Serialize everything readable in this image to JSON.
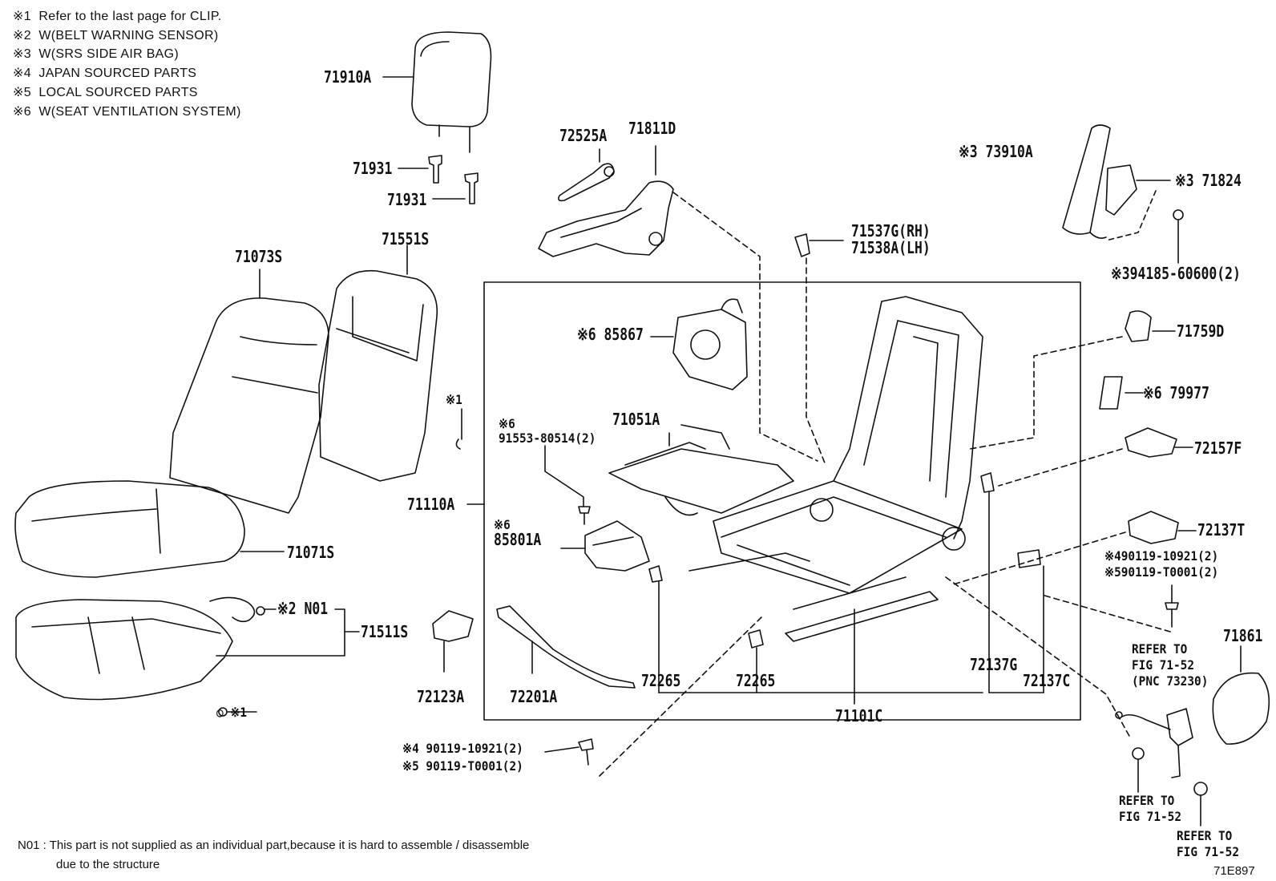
{
  "notes": [
    {
      "mark": "※1",
      "text": "Refer to the last page for CLIP."
    },
    {
      "mark": "※2",
      "text": "W(BELT WARNING SENSOR)"
    },
    {
      "mark": "※3",
      "text": "W(SRS SIDE AIR BAG)"
    },
    {
      "mark": "※4",
      "text": "JAPAN SOURCED PARTS"
    },
    {
      "mark": "※5",
      "text": "LOCAL SOURCED PARTS"
    },
    {
      "mark": "※6",
      "text": "W(SEAT VENTILATION SYSTEM)"
    }
  ],
  "labels": {
    "p71910A": "71910A",
    "p71931a": "71931",
    "p71931b": "71931",
    "p72525A": "72525A",
    "p71811D": "71811D",
    "p73910A": "※3 73910A",
    "p71824": "※3 71824",
    "p71537G": "71537G(RH)",
    "p71538A": "71538A(LH)",
    "p94185": "※394185-60600(2)",
    "p71073S": "71073S",
    "p71551S": "71551S",
    "p85867": "※6 85867",
    "p71759D": "71759D",
    "p79977": "※6 79977",
    "p_clip1": "※1",
    "p71051A": "71051A",
    "p91553a": "※6",
    "p91553b": "91553-80514(2)",
    "p72157F": "72157F",
    "p71110A": "71110A",
    "p85801a": "※6",
    "p85801b": "85801A",
    "p71071S": "71071S",
    "p72137T": "72137T",
    "p90119_10921a": "※490119-10921(2)",
    "p90119_T0001a": "※590119-T0001(2)",
    "pN01": "※2 N01",
    "p71511S": "71511S",
    "p71861": "71861",
    "pRefer1a": "REFER TO",
    "pRefer1b": "FIG 71-52",
    "pRefer1c": "(PNC 73230)",
    "p72137G": "72137G",
    "p72137C": "72137C",
    "p72265a": "72265",
    "p72265b": "72265",
    "p72123A": "72123A",
    "p72201A": "72201A",
    "p71101C": "71101C",
    "p_clip2": "○ ※1",
    "p90119_10921b": "※4 90119-10921(2)",
    "p90119_T0001b": "※5 90119-T0001(2)",
    "pRefer2a": "REFER TO",
    "pRefer2b": "FIG 71-52",
    "pRefer3a": "REFER TO",
    "pRefer3b": "FIG 71-52"
  },
  "footnote": {
    "line1": "N01 : This part is not supplied as an individual part,because it is hard to assemble / disassemble",
    "line2": "due to the structure"
  },
  "figure_code": "71E897"
}
